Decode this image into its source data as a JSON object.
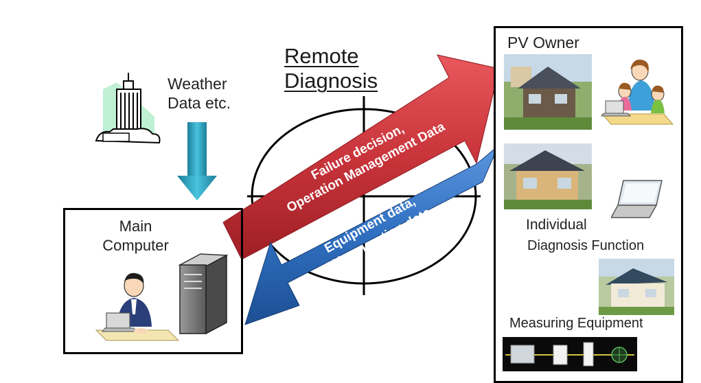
{
  "title": {
    "line1": "Remote",
    "line2": "Diagnosis"
  },
  "weather": {
    "line1": "Weather",
    "line2": "Data etc."
  },
  "main_computer": {
    "line1": "Main",
    "line2": "Computer"
  },
  "pv_owner": {
    "title": "PV Owner",
    "individual_line1": "Individual",
    "individual_line2": "Diagnosis Function",
    "measuring": "Measuring Equipment"
  },
  "arrows": {
    "red_line1": "Failure decision,",
    "red_line2": "Operation Management Data",
    "blue_line1": "Equipment data,",
    "blue_line2": "PV generation data"
  },
  "colors": {
    "red_arrow": "#c8343a",
    "blue_arrow": "#2f6fc0",
    "down_arrow": "#2aa6c4"
  }
}
